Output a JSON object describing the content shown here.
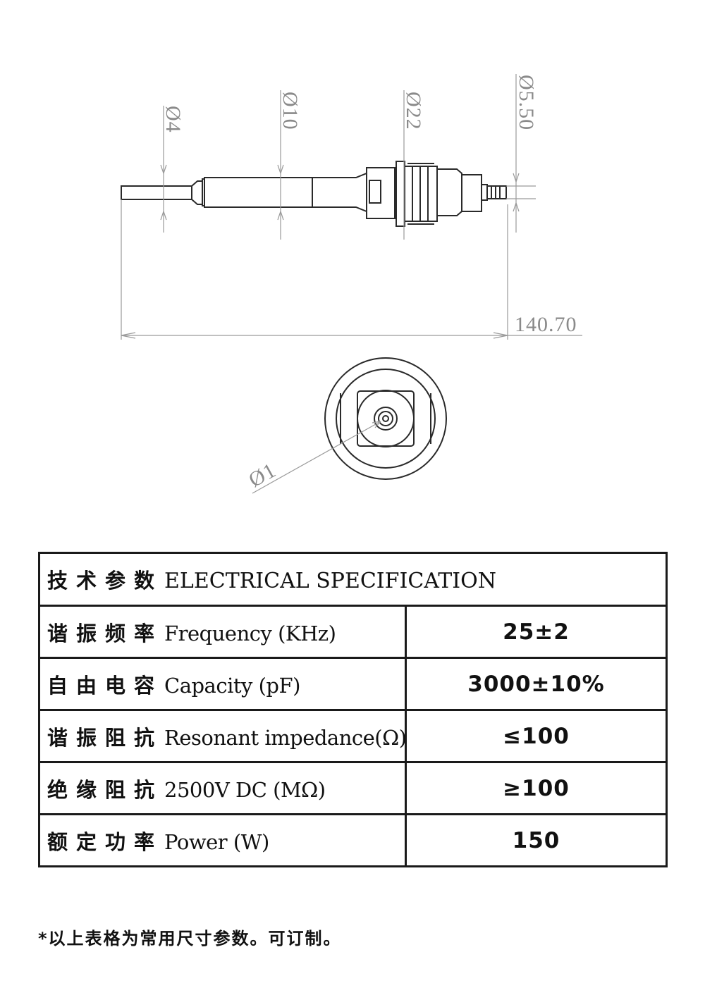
{
  "drawing": {
    "dims": {
      "d4": "Ø4",
      "d10": "Ø10",
      "d22": "Ø22",
      "d550": "Ø5.50",
      "length": "140.70",
      "d1": "Ø1"
    }
  },
  "spec": {
    "header_cn": "技术参数",
    "header_en": "ELECTRICAL SPECIFICATION",
    "rows": [
      {
        "cn": "谐振频率",
        "en": "Frequency (KHz)",
        "value": "25±2"
      },
      {
        "cn": "自由电容",
        "en": "Capacity (pF)",
        "value": "3000±10%"
      },
      {
        "cn": "谐振阻抗",
        "en": "Resonant impedance(Ω)",
        "value": "≤100"
      },
      {
        "cn": "绝缘阻抗",
        "en": "2500V DC (MΩ)",
        "value": "≥100"
      },
      {
        "cn": "额定功率",
        "en": "Power (W)",
        "value": "150"
      }
    ]
  },
  "footnote": "*以上表格为常用尺寸参数。可订制。"
}
